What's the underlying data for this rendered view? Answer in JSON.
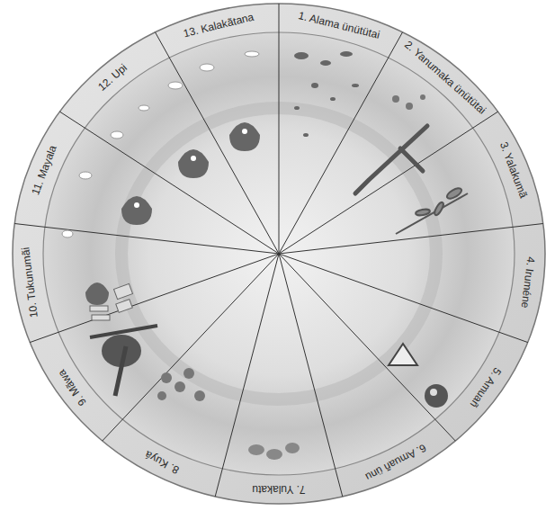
{
  "diagram": {
    "labels": [
      "1. Alama ünütütai",
      "2. Yanumaka ünütütai",
      "3. Yalakumã",
      "4. Iruméne",
      "5. Amuañ",
      "6. Amuañ ünu",
      "7. Yulakatu",
      "8. Kuyá",
      "9. Mãwa",
      "10. Tukunumãi",
      "11. Mayala",
      "12. Upi",
      "13. Kalakãtana"
    ]
  }
}
